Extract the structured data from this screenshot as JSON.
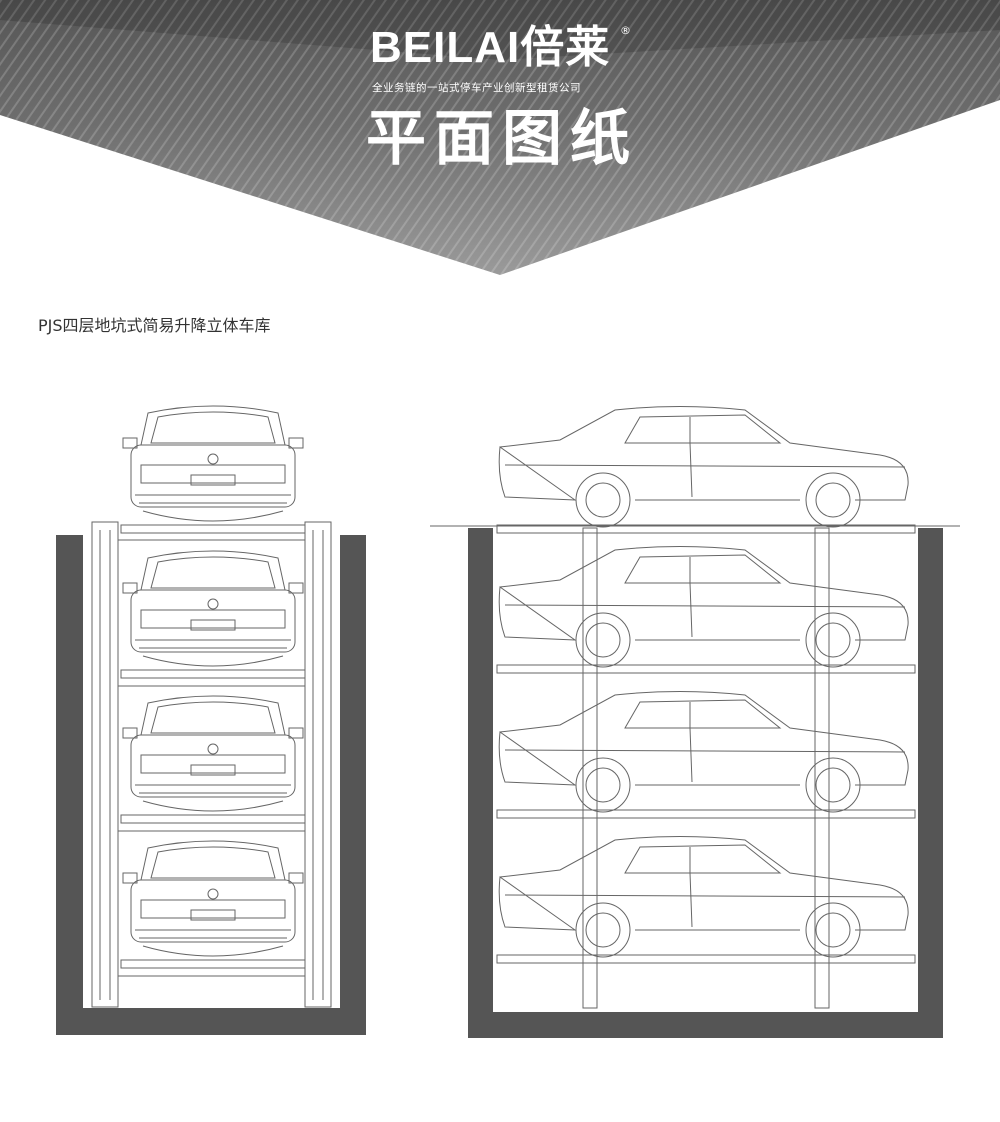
{
  "header": {
    "brand": "BEILAI倍莱",
    "registered_mark": "®",
    "tagline": "全业务链的一站式停车产业创新型租赁公司",
    "title": "平面图纸"
  },
  "caption": "PJS四层地坑式简易升降立体车库",
  "drawings": {
    "front_view_levels": 4,
    "side_view_levels": 4
  },
  "colors": {
    "banner_dark": "#5a5a5a",
    "banner_light": "#8e8e8e",
    "pit_wall": "#555555",
    "line": "#666666"
  }
}
